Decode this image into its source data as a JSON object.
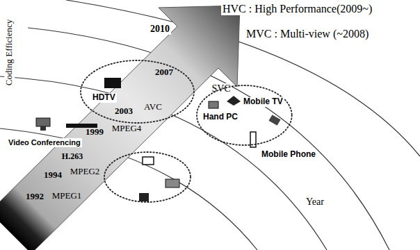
{
  "diagram": {
    "nodes": [
      {
        "text": [
          "HDTV"
        ]
      },
      {
        "text": [
          "Mobile TV",
          "Hand PC",
          "Mobile Phone"
        ]
      }
    ],
    "labels": [
      "HVC : High Performance(2009~)",
      "MVC : Multi-view (~2008)",
      "2010",
      "2007",
      "2003",
      "AVC",
      "SVC",
      "1999",
      "MPEG4",
      "Video Conferencing",
      "H.263",
      "1994",
      "MPEG2",
      "1992",
      "MPEG1",
      "Coding Efficiency",
      "Year"
    ]
  }
}
